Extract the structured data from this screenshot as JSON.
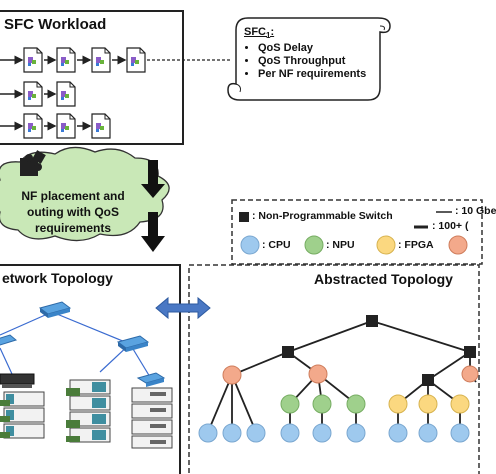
{
  "workload": {
    "title": "SFC Workload"
  },
  "sfc_note": {
    "label": "SFC",
    "subscript": "1",
    "colon": ":",
    "items": [
      "QoS Delay",
      "QoS Throughput",
      "Per NF requirements"
    ]
  },
  "cloud": {
    "lines": [
      "NF placement and",
      "outing with QoS",
      "requirements"
    ]
  },
  "legend": {
    "switch_label": ": Non-Programmable Switch",
    "link1": ": 10 Gbe",
    "link2": ": 100+ (",
    "cpu": ": CPU",
    "npu": ": NPU",
    "fpga": ": FPGA",
    "colors": {
      "cpu": "#9ec9ee",
      "npu": "#9fd08c",
      "fpga": "#fbd880",
      "other": "#f3a98b"
    }
  },
  "network": {
    "title": "etwork Topology"
  },
  "abstracted": {
    "title": "Abstracted Topology"
  }
}
